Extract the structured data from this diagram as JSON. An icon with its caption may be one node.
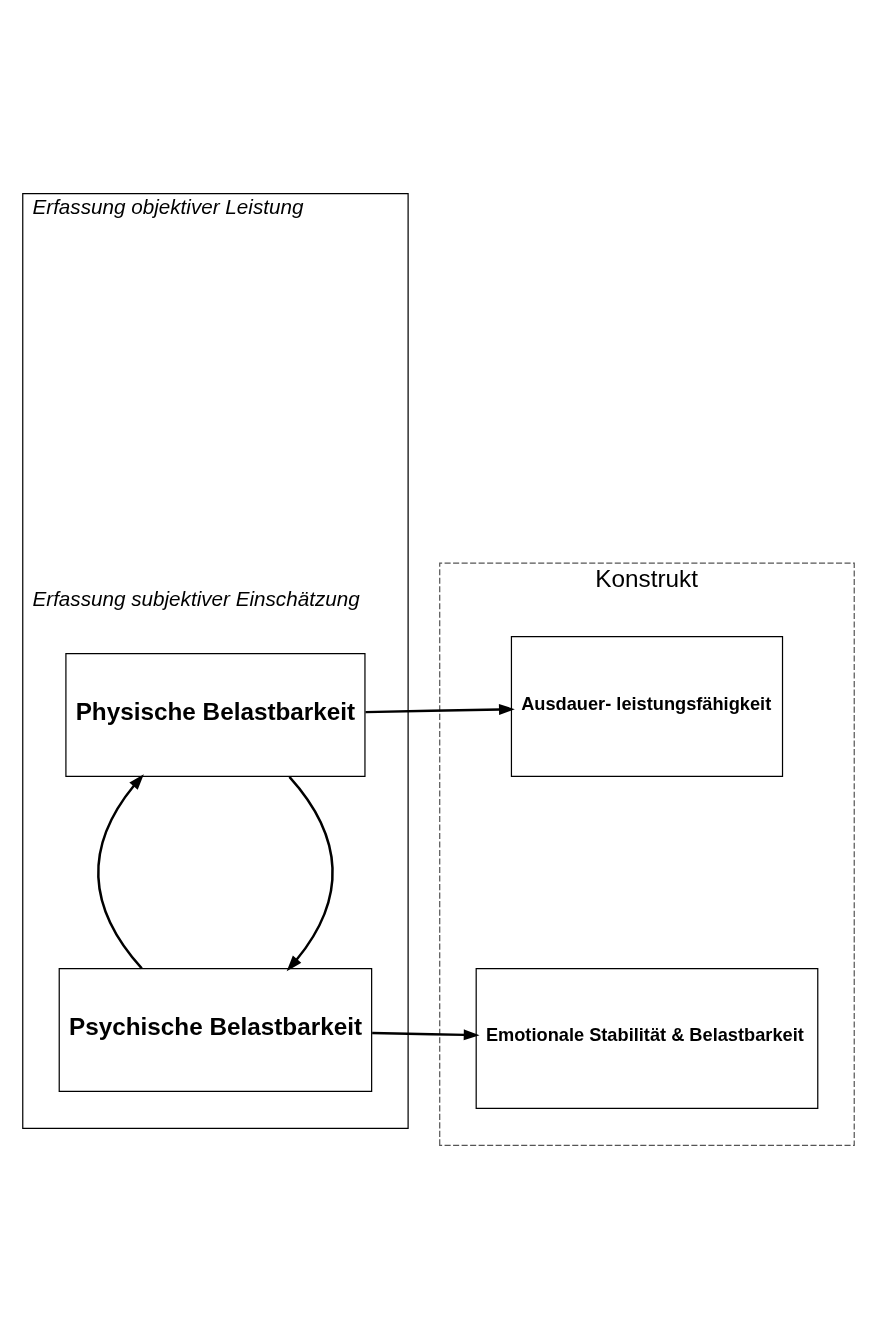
{
  "diagram": {
    "nodes": [
      {
        "text": [
          "Konstrukt"
        ]
      },
      {
        "text": [
          "Erfassung objektiver Leistung",
          "Erfassung subjektiver Einschätzung"
        ]
      },
      {
        "text": [
          "Physische Belastbarkeit"
        ],
        "in": 1
      },
      {
        "text": [
          "Ausdauer- leistungsfähigkeit"
        ],
        "in": 0
      },
      {
        "text": [
          "Psychische Belastbarkeit"
        ],
        "in": 1
      },
      {
        "text": [
          "Emotionale Stabilität & Belastbarkeit"
        ],
        "in": 0
      }
    ],
    "edges": [
      {
        "from": 2,
        "to": 3,
        "arrow": "to"
      },
      {
        "from": 2,
        "to": 4,
        "arrow": "to"
      },
      {
        "from": 4,
        "to": 2,
        "arrow": "to"
      },
      {
        "from": 4,
        "to": 5,
        "arrow": "to"
      }
    ]
  }
}
